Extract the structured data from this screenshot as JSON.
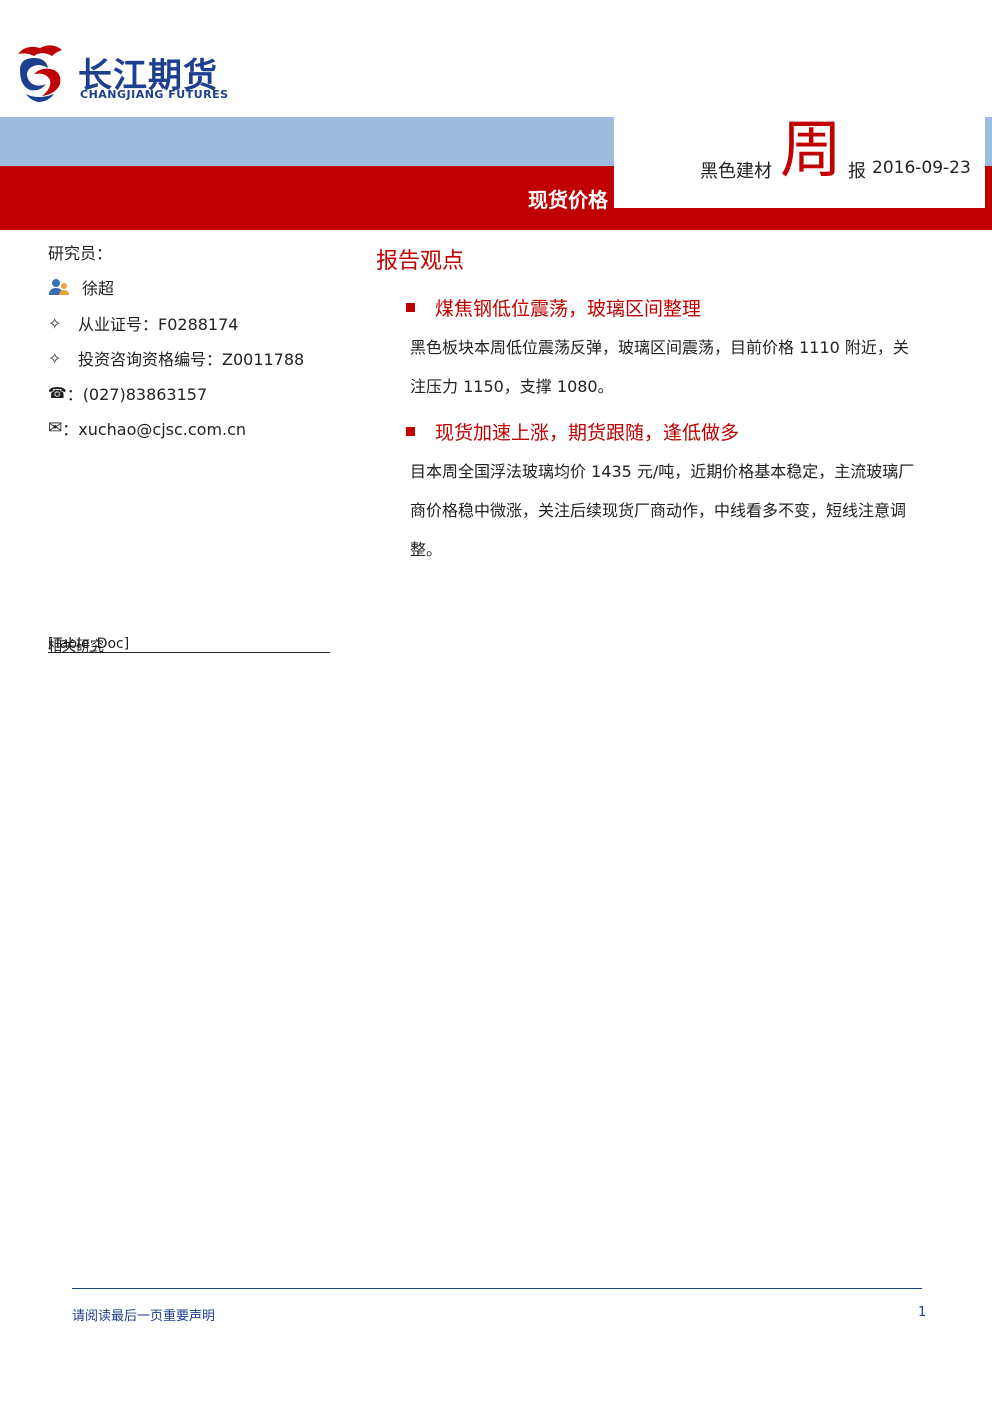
{
  "brand": {
    "name_cn": "长江期货",
    "name_en": "CHANGJIANG FUTURES",
    "color_blue": "#1d3f8f",
    "color_red": "#c00000"
  },
  "banner": {
    "title": "现货价格",
    "report_type": "黑色建材",
    "report_zhou": "周",
    "report_bao": "报",
    "date": "2016-09-23"
  },
  "researcher": {
    "label": "研究员：",
    "name": "徐超",
    "license": "从业证号：F0288174",
    "consult_license": "投资咨询资格编号：Z0011788",
    "phone": "：(027)83863157",
    "email": "：xuchao@cjsc.com.cn",
    "icons": [
      "person-icon",
      "diamond-icon",
      "diamond-icon",
      "phone-icon",
      "envelope-icon"
    ]
  },
  "related": {
    "label": "相关研究",
    "placeholder": "[Table_Doc]"
  },
  "report": {
    "section_title": "报告观点",
    "points": [
      {
        "heading": "煤焦钢低位震荡，玻璃区间整理",
        "lines": [
          "黑色板块本周低位震荡反弹，玻璃区间震荡，目前价格 1110 附近，关",
          "注压力 1150，支撑 1080。"
        ]
      },
      {
        "heading": "现货加速上涨，期货跟随，逢低做多",
        "lines": [
          "目本周全国浮法玻璃均价 1435 元/吨，近期价格基本稳定，主流玻璃厂",
          "商价格稳中微涨，关注后续现货厂商动作，中线看多不变，短线注意调",
          "整。"
        ]
      }
    ]
  },
  "footer": {
    "disclaimer": "请阅读最后一页重要声明",
    "page": "1"
  }
}
